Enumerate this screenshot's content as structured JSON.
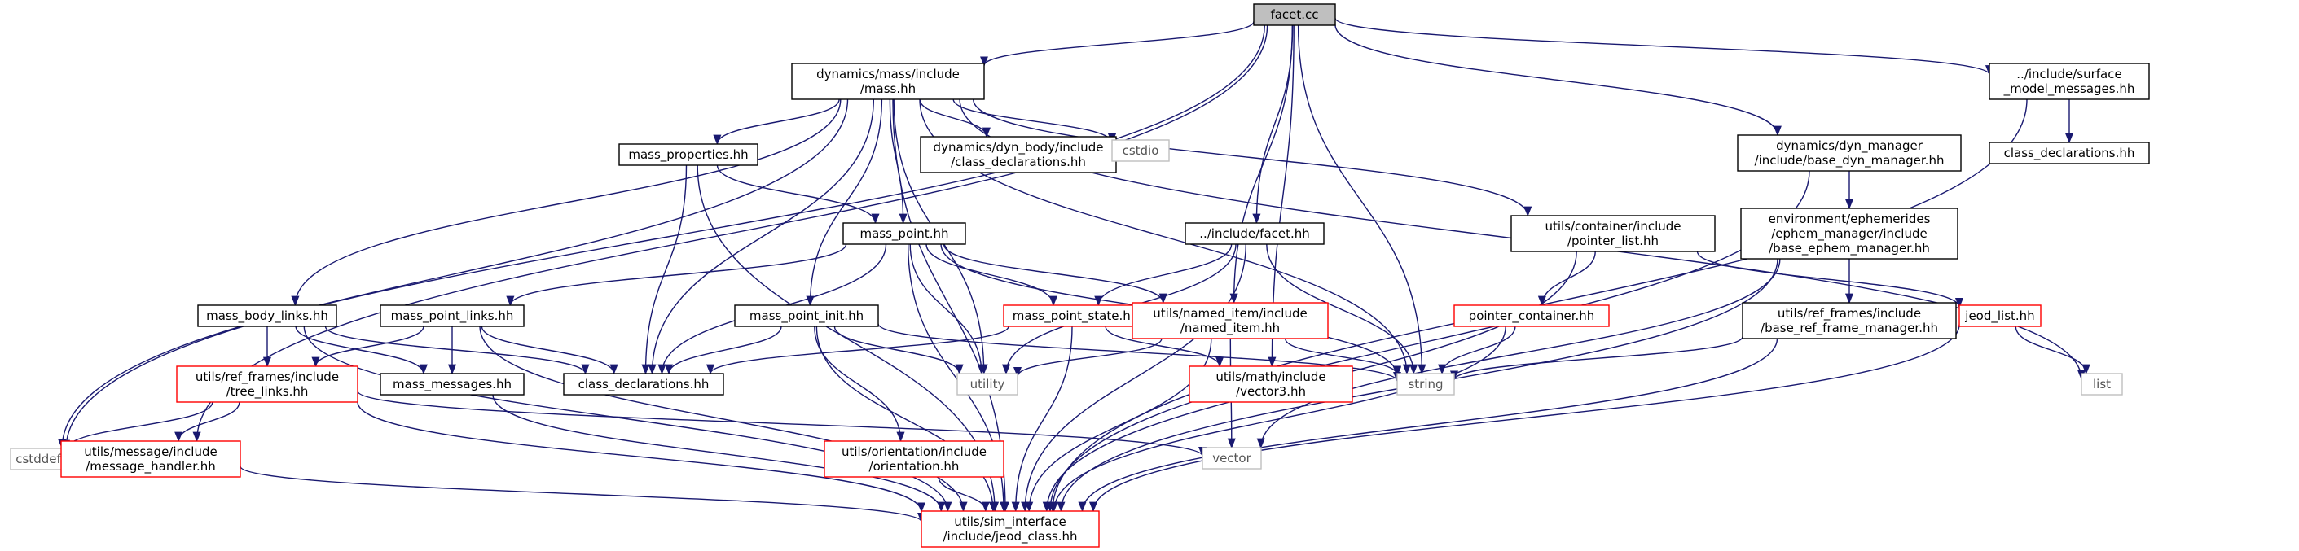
{
  "diagram": {
    "colors": {
      "edge": "#191970",
      "root_fill": "#bfbfbf",
      "root_border": "#000000",
      "normal_border": "#000000",
      "missing_border": "#ff0000",
      "system_border": "#bfbfbf",
      "text": "#000000",
      "system_text": "#555555"
    },
    "nodes": [
      {
        "id": "facet_cc",
        "lines": [
          "facet.cc"
        ],
        "style": "root"
      },
      {
        "id": "mass_hh",
        "lines": [
          "dynamics/mass/include",
          "/mass.hh"
        ],
        "style": "normal"
      },
      {
        "id": "surface_msgs",
        "lines": [
          "../include/surface",
          "_model_messages.hh"
        ],
        "style": "normal"
      },
      {
        "id": "class_decl_top",
        "lines": [
          "class_declarations.hh"
        ],
        "style": "normal"
      },
      {
        "id": "base_dyn_mgr",
        "lines": [
          "dynamics/dyn_manager",
          "/include/base_dyn_manager.hh"
        ],
        "style": "normal"
      },
      {
        "id": "mass_props",
        "lines": [
          "mass_properties.hh"
        ],
        "style": "normal"
      },
      {
        "id": "dyn_body_decl",
        "lines": [
          "dynamics/dyn_body/include",
          "/class_declarations.hh"
        ],
        "style": "normal"
      },
      {
        "id": "cstdio",
        "lines": [
          "cstdio"
        ],
        "style": "system"
      },
      {
        "id": "mass_point",
        "lines": [
          "mass_point.hh"
        ],
        "style": "normal"
      },
      {
        "id": "facet_hh",
        "lines": [
          "../include/facet.hh"
        ],
        "style": "normal"
      },
      {
        "id": "pointer_list",
        "lines": [
          "utils/container/include",
          "/pointer_list.hh"
        ],
        "style": "normal"
      },
      {
        "id": "base_ephem",
        "lines": [
          "environment/ephemerides",
          "/ephem_manager/include",
          "/base_ephem_manager.hh"
        ],
        "style": "normal"
      },
      {
        "id": "mass_body_links",
        "lines": [
          "mass_body_links.hh"
        ],
        "style": "normal"
      },
      {
        "id": "mass_point_links",
        "lines": [
          "mass_point_links.hh"
        ],
        "style": "normal"
      },
      {
        "id": "mass_point_init",
        "lines": [
          "mass_point_init.hh"
        ],
        "style": "normal"
      },
      {
        "id": "mass_point_state",
        "lines": [
          "mass_point_state.hh"
        ],
        "style": "missing"
      },
      {
        "id": "named_item",
        "lines": [
          "utils/named_item/include",
          "/named_item.hh"
        ],
        "style": "missing"
      },
      {
        "id": "pointer_container",
        "lines": [
          "pointer_container.hh"
        ],
        "style": "missing"
      },
      {
        "id": "base_ref_frame",
        "lines": [
          "utils/ref_frames/include",
          "/base_ref_frame_manager.hh"
        ],
        "style": "normal"
      },
      {
        "id": "jeod_list",
        "lines": [
          "jeod_list.hh"
        ],
        "style": "missing"
      },
      {
        "id": "tree_links",
        "lines": [
          "utils/ref_frames/include",
          "/tree_links.hh"
        ],
        "style": "missing"
      },
      {
        "id": "mass_messages",
        "lines": [
          "mass_messages.hh"
        ],
        "style": "normal"
      },
      {
        "id": "class_decl",
        "lines": [
          "class_declarations.hh"
        ],
        "style": "normal"
      },
      {
        "id": "utility",
        "lines": [
          "utility"
        ],
        "style": "system"
      },
      {
        "id": "vector3",
        "lines": [
          "utils/math/include",
          "/vector3.hh"
        ],
        "style": "missing"
      },
      {
        "id": "string",
        "lines": [
          "string"
        ],
        "style": "system"
      },
      {
        "id": "list",
        "lines": [
          "list"
        ],
        "style": "system"
      },
      {
        "id": "cstddef",
        "lines": [
          "cstddef"
        ],
        "style": "system"
      },
      {
        "id": "message_handler",
        "lines": [
          "utils/message/include",
          "/message_handler.hh"
        ],
        "style": "missing"
      },
      {
        "id": "orientation",
        "lines": [
          "utils/orientation/include",
          "/orientation.hh"
        ],
        "style": "missing"
      },
      {
        "id": "vector",
        "lines": [
          "vector"
        ],
        "style": "system"
      },
      {
        "id": "jeod_class",
        "lines": [
          "utils/sim_interface",
          "/include/jeod_class.hh"
        ],
        "style": "missing"
      }
    ],
    "edges": [
      [
        "facet_cc",
        "mass_hh"
      ],
      [
        "facet_cc",
        "surface_msgs"
      ],
      [
        "facet_cc",
        "base_dyn_mgr"
      ],
      [
        "facet_cc",
        "facet_hh"
      ],
      [
        "facet_cc",
        "named_item"
      ],
      [
        "facet_cc",
        "vector3"
      ],
      [
        "facet_cc",
        "string"
      ],
      [
        "facet_cc",
        "cstddef"
      ],
      [
        "facet_cc",
        "message_handler"
      ],
      [
        "surface_msgs",
        "class_decl_top"
      ],
      [
        "surface_msgs",
        "jeod_class"
      ],
      [
        "mass_hh",
        "mass_props"
      ],
      [
        "mass_hh",
        "dyn_body_decl"
      ],
      [
        "mass_hh",
        "cstdio"
      ],
      [
        "mass_hh",
        "mass_point"
      ],
      [
        "mass_hh",
        "pointer_list"
      ],
      [
        "mass_hh",
        "mass_body_links"
      ],
      [
        "mass_hh",
        "mass_point_init"
      ],
      [
        "mass_hh",
        "class_decl"
      ],
      [
        "mass_hh",
        "utility"
      ],
      [
        "mass_hh",
        "string"
      ],
      [
        "mass_hh",
        "list"
      ],
      [
        "mass_hh",
        "cstddef"
      ],
      [
        "mass_hh",
        "jeod_class"
      ],
      [
        "base_dyn_mgr",
        "base_ephem"
      ],
      [
        "base_dyn_mgr",
        "jeod_class"
      ],
      [
        "mass_props",
        "mass_point"
      ],
      [
        "mass_props",
        "class_decl"
      ],
      [
        "mass_props",
        "jeod_class"
      ],
      [
        "mass_point",
        "mass_point_links"
      ],
      [
        "mass_point",
        "mass_point_state"
      ],
      [
        "mass_point",
        "named_item"
      ],
      [
        "mass_point",
        "class_decl"
      ],
      [
        "mass_point",
        "utility"
      ],
      [
        "mass_point",
        "string"
      ],
      [
        "mass_point",
        "jeod_class"
      ],
      [
        "facet_hh",
        "mass_point_state"
      ],
      [
        "facet_hh",
        "utility"
      ],
      [
        "facet_hh",
        "string"
      ],
      [
        "facet_hh",
        "jeod_class"
      ],
      [
        "pointer_list",
        "pointer_container"
      ],
      [
        "pointer_list",
        "jeod_list"
      ],
      [
        "pointer_list",
        "jeod_class"
      ],
      [
        "base_ephem",
        "base_ref_frame"
      ],
      [
        "base_ephem",
        "vector"
      ],
      [
        "base_ephem",
        "jeod_class"
      ],
      [
        "mass_body_links",
        "tree_links"
      ],
      [
        "mass_body_links",
        "mass_messages"
      ],
      [
        "mass_body_links",
        "class_decl"
      ],
      [
        "mass_body_links",
        "jeod_class"
      ],
      [
        "mass_point_links",
        "tree_links"
      ],
      [
        "mass_point_links",
        "mass_messages"
      ],
      [
        "mass_point_links",
        "class_decl"
      ],
      [
        "mass_point_links",
        "jeod_class"
      ],
      [
        "mass_point_init",
        "class_decl"
      ],
      [
        "mass_point_init",
        "utility"
      ],
      [
        "mass_point_init",
        "string"
      ],
      [
        "mass_point_init",
        "orientation"
      ],
      [
        "mass_point_init",
        "jeod_class"
      ],
      [
        "mass_point_state",
        "class_decl"
      ],
      [
        "mass_point_state",
        "vector3"
      ],
      [
        "mass_point_state",
        "jeod_class"
      ],
      [
        "named_item",
        "utility"
      ],
      [
        "named_item",
        "string"
      ],
      [
        "named_item",
        "vector"
      ],
      [
        "named_item",
        "jeod_class"
      ],
      [
        "pointer_container",
        "string"
      ],
      [
        "pointer_container",
        "jeod_class"
      ],
      [
        "base_ref_frame",
        "string"
      ],
      [
        "base_ref_frame",
        "jeod_class"
      ],
      [
        "jeod_list",
        "list"
      ],
      [
        "jeod_list",
        "jeod_class"
      ],
      [
        "tree_links",
        "cstddef"
      ],
      [
        "tree_links",
        "message_handler"
      ],
      [
        "tree_links",
        "vector"
      ],
      [
        "tree_links",
        "jeod_class"
      ],
      [
        "mass_messages",
        "jeod_class"
      ],
      [
        "message_handler",
        "jeod_class"
      ],
      [
        "orientation",
        "jeod_class"
      ]
    ]
  }
}
